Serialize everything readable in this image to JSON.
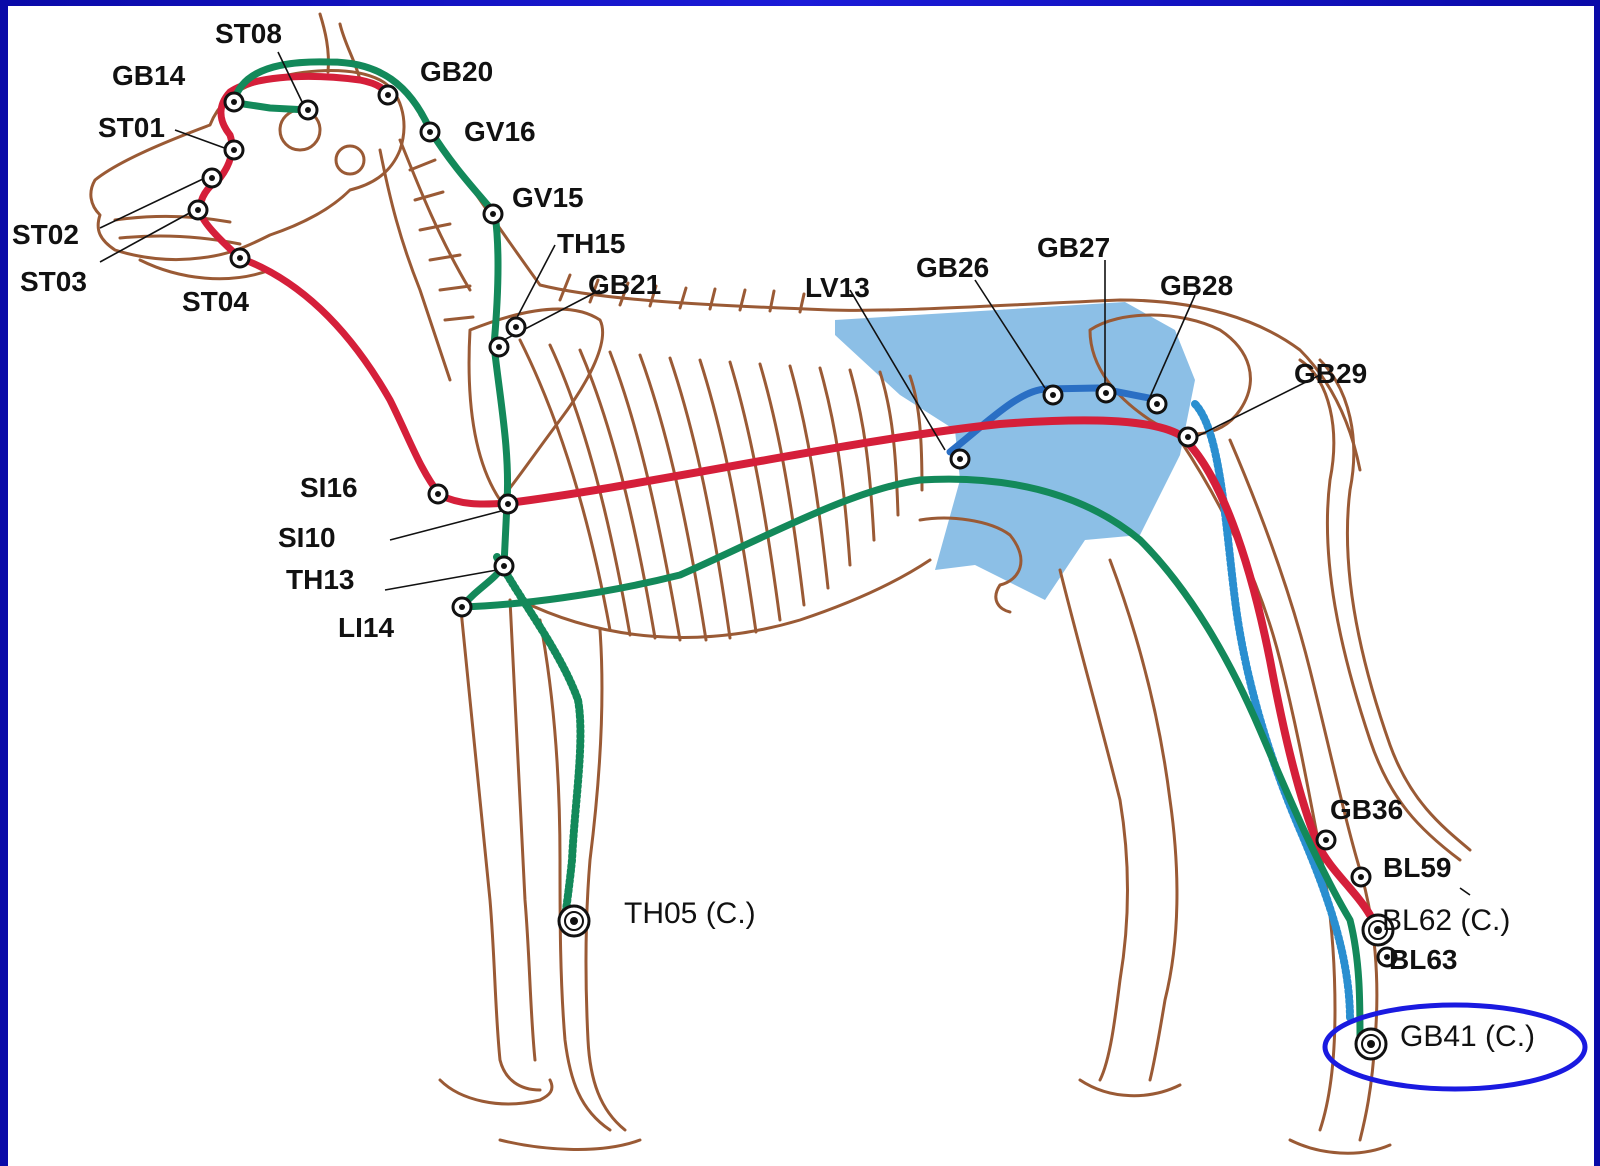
{
  "diagram": {
    "colors": {
      "background_frame": "#1414c8",
      "skeleton": "#9a5a35",
      "red_channel": "#d51f3a",
      "green_channel": "#13895a",
      "blue_channel": "#2a6fc4",
      "blue_region": "#78b4e2",
      "highlight_ellipse": "#1a1ae0"
    },
    "labels": {
      "st08": "ST08",
      "gb14": "GB14",
      "gb20": "GB20",
      "st01": "ST01",
      "gv16": "GV16",
      "gv15": "GV15",
      "st02": "ST02",
      "st03": "ST03",
      "st04": "ST04",
      "th15": "TH15",
      "gb21": "GB21",
      "lv13": "LV13",
      "gb26": "GB26",
      "gb27": "GB27",
      "gb28": "GB28",
      "gb29": "GB29",
      "si16": "SI16",
      "si10": "SI10",
      "th13": "TH13",
      "li14": "LI14",
      "th05": "TH05 (C.)",
      "gb36": "GB36",
      "bl59": "BL59",
      "bl62": "BL62 (C.)",
      "bl63": "BL63",
      "gb41": "GB41 (C.)"
    },
    "icons": {
      "acupoint": "acupoint-marker-icon",
      "command_point": "command-point-marker-icon"
    }
  }
}
